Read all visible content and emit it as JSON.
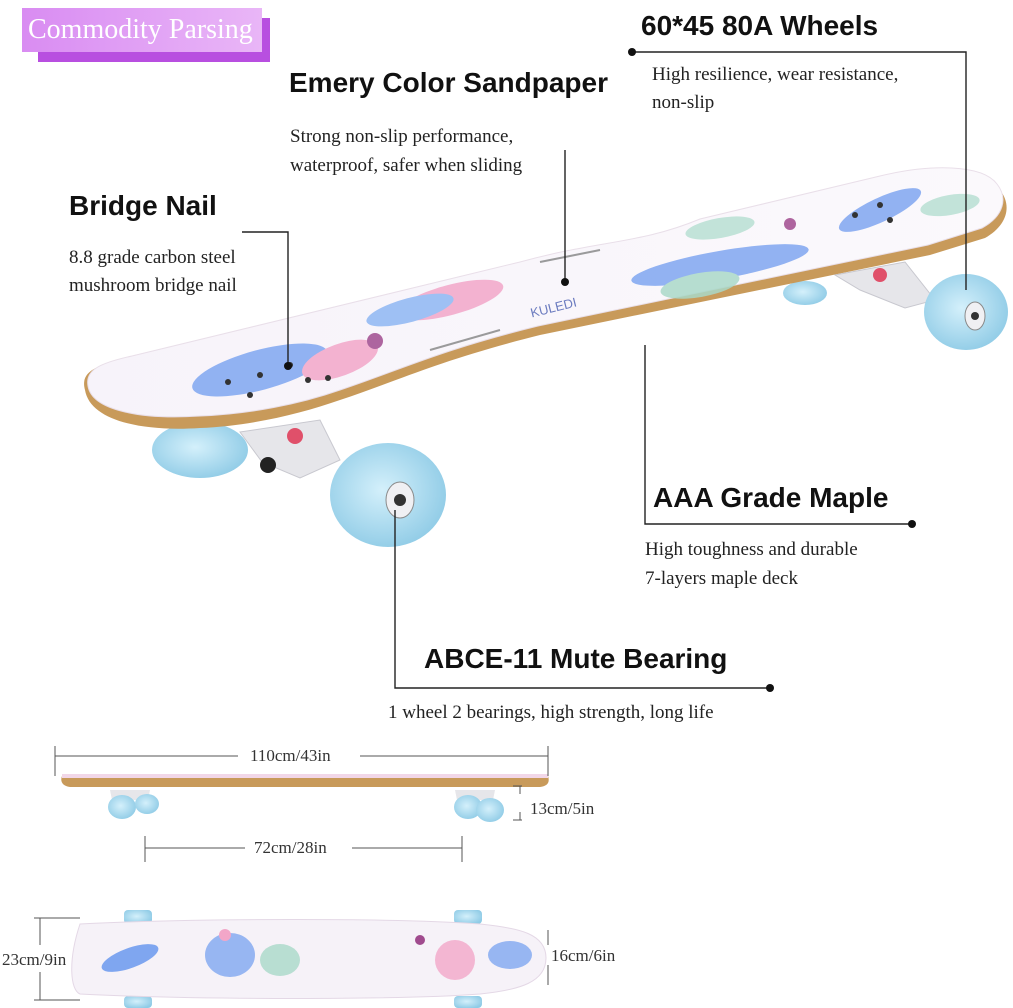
{
  "banner": {
    "label": "Commodity Parsing"
  },
  "features": [
    {
      "title": "60*45 80A Wheels",
      "lines": [
        "High resilience, wear resistance,",
        "non-slip"
      ]
    },
    {
      "title": "Emery Color Sandpaper",
      "lines": [
        "Strong non-slip performance,",
        "waterproof, safer when sliding"
      ]
    },
    {
      "title": "Bridge Nail",
      "lines": [
        "8.8 grade carbon steel",
        "mushroom bridge nail"
      ]
    },
    {
      "title": "AAA Grade Maple",
      "lines": [
        "High toughness and durable",
        "7-layers maple deck"
      ]
    },
    {
      "title": "ABCE-11 Mute Bearing",
      "lines": [
        "1 wheel 2 bearings, high strength, long life"
      ]
    }
  ],
  "deck_text": {
    "brand": "KULEDI"
  },
  "dimensions": {
    "length": "110cm/43in",
    "height": "13cm/5in",
    "wheelbase": "72cm/28in",
    "width": "23cm/9in",
    "deck_end_width": "16cm/6in"
  },
  "colors": {
    "banner": "#d98cf2",
    "banner_shadow": "#b84fe0",
    "wheel": "#a9dcf2",
    "deck_edge": "#c89a5a"
  }
}
